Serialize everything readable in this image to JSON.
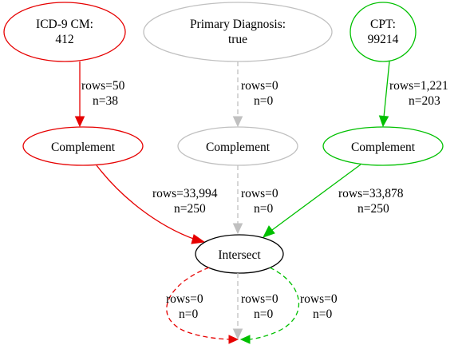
{
  "colors": {
    "red": "#e60000",
    "gray": "#c0c0c0",
    "green": "#00c000",
    "black": "#000000"
  },
  "nodes": {
    "icd9": {
      "line1": "ICD-9 CM:",
      "line2": "412"
    },
    "primary": {
      "line1": "Primary Diagnosis:",
      "line2": "true"
    },
    "cpt": {
      "line1": "CPT:",
      "line2": "99214"
    },
    "complement_red": {
      "label": "Complement"
    },
    "complement_gray": {
      "label": "Complement"
    },
    "complement_green": {
      "label": "Complement"
    },
    "intersect": {
      "label": "Intersect"
    }
  },
  "edges": {
    "icd9_to_complement": {
      "rows": "rows=50",
      "n": "n=38"
    },
    "primary_to_complement": {
      "rows": "rows=0",
      "n": "n=0"
    },
    "cpt_to_complement": {
      "rows": "rows=1,221",
      "n": "n=203"
    },
    "red_complement_to_intersect": {
      "rows": "rows=33,994",
      "n": "n=250"
    },
    "gray_complement_to_intersect": {
      "rows": "rows=0",
      "n": "n=0"
    },
    "green_complement_to_intersect": {
      "rows": "rows=33,878",
      "n": "n=250"
    },
    "intersect_out_red": {
      "rows": "rows=0",
      "n": "n=0"
    },
    "intersect_out_gray": {
      "rows": "rows=0",
      "n": "n=0"
    },
    "intersect_out_green": {
      "rows": "rows=0",
      "n": "n=0"
    }
  }
}
